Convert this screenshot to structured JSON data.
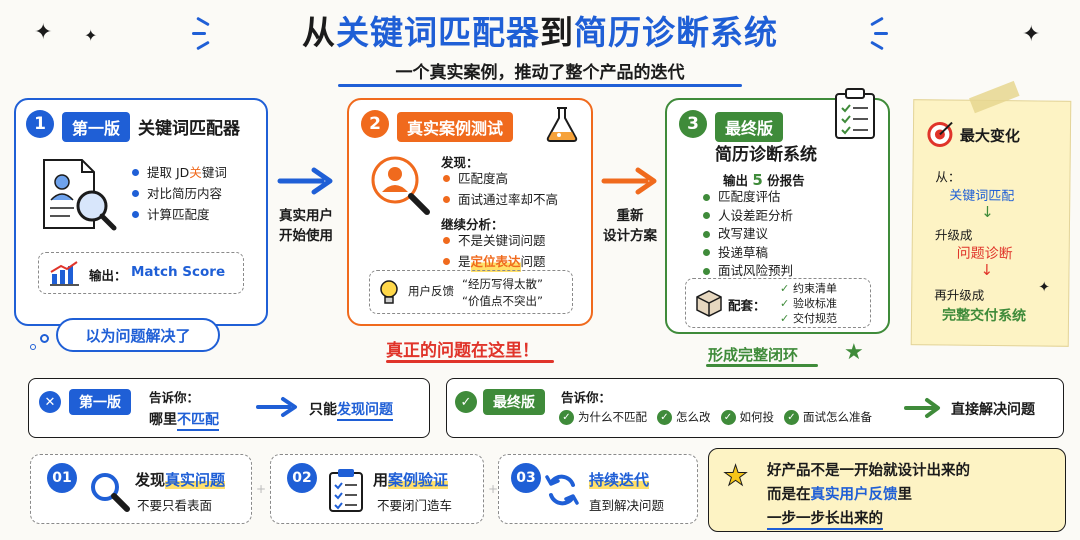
{
  "header": {
    "title_p1": "从",
    "title_hl1": "关键词匹配器",
    "title_p2": "到",
    "title_hl2": "简历诊断系统",
    "subtitle": "一个真实案例，推动了整个产品的迭代"
  },
  "stage1": {
    "num": "1",
    "tag": "第一版",
    "title": "关键词匹配器",
    "items": [
      "提取 JD ",
      "对比简历内容",
      "计算匹配度"
    ],
    "item0_hl": "关",
    "item0_tail": "键词",
    "output_label": "输出：",
    "output_value": "Match Score",
    "bubble": "以为问题解决了"
  },
  "arrow1": {
    "line1": "真实用户",
    "line2": "开始使用"
  },
  "stage2": {
    "num": "2",
    "tag": "真实案例测试",
    "found_label": "发现：",
    "found": [
      "匹配度高",
      "面试通过率却不高"
    ],
    "analysis_label": "继续分析：",
    "analysis0": "不是关键词问题",
    "analysis1_pre": "是",
    "analysis1_hl": "定位表达",
    "analysis1_post": "问题",
    "feedback_label": "用户反馈",
    "feedback1": "“经历写得太散”",
    "feedback2": "“价值点不突出”",
    "caption": "真正的问题在这里！"
  },
  "arrow2": {
    "line1": "重新",
    "line2": "设计方案"
  },
  "stage3": {
    "num": "3",
    "tag": "最终版",
    "title": "简历诊断系统",
    "output_pre": "输出",
    "output_num": "5",
    "output_post": "份报告",
    "items": [
      "匹配度评估",
      "人设差距分析",
      "改写建议",
      "投递草稿",
      "面试风险预判"
    ],
    "kit_label": "配套：",
    "kit": [
      "约束清单",
      "验收标准",
      "交付规范"
    ],
    "caption": "形成完整闭环"
  },
  "change": {
    "title": "最大变化",
    "from_label": "从：",
    "from_value": "关键词匹配",
    "up1_label": "升级成",
    "up1_value": "问题诊断",
    "up2_label": "再升级成",
    "up2_value": "完整交付系统"
  },
  "compare1": {
    "tag": "第一版",
    "tells": "告诉你：",
    "line_pre": "哪里",
    "line_hl": "不匹配",
    "result_pre": "只能",
    "result_hl": "发现问题"
  },
  "compare2": {
    "tag": "最终版",
    "tells": "告诉你：",
    "items": [
      "为什么不匹配",
      "怎么改",
      "如何投",
      "面试怎么准备"
    ],
    "result": "直接解决问题"
  },
  "lessons": [
    {
      "num": "01",
      "title_pre": "发现",
      "title_hl": "真实问题",
      "sub": "不要只看表面"
    },
    {
      "num": "02",
      "title_pre": "用",
      "title_hl": "案例验证",
      "sub": "不要闭门造车"
    },
    {
      "num": "03",
      "title_pre": "",
      "title_hl": "持续迭代",
      "sub": "直到解决问题"
    }
  ],
  "conclusion": {
    "line1": "好产品不是一开始就设计出来的",
    "line2_pre": "而是在",
    "line2_hl": "真实用户反馈",
    "line2_post": "里",
    "line3": "一步一步长出来的"
  },
  "colors": {
    "blue": "#1f5fd6",
    "orange": "#f06a1d",
    "green": "#3f8b3a",
    "red": "#e0342a",
    "yellow": "#fdf3c4"
  }
}
